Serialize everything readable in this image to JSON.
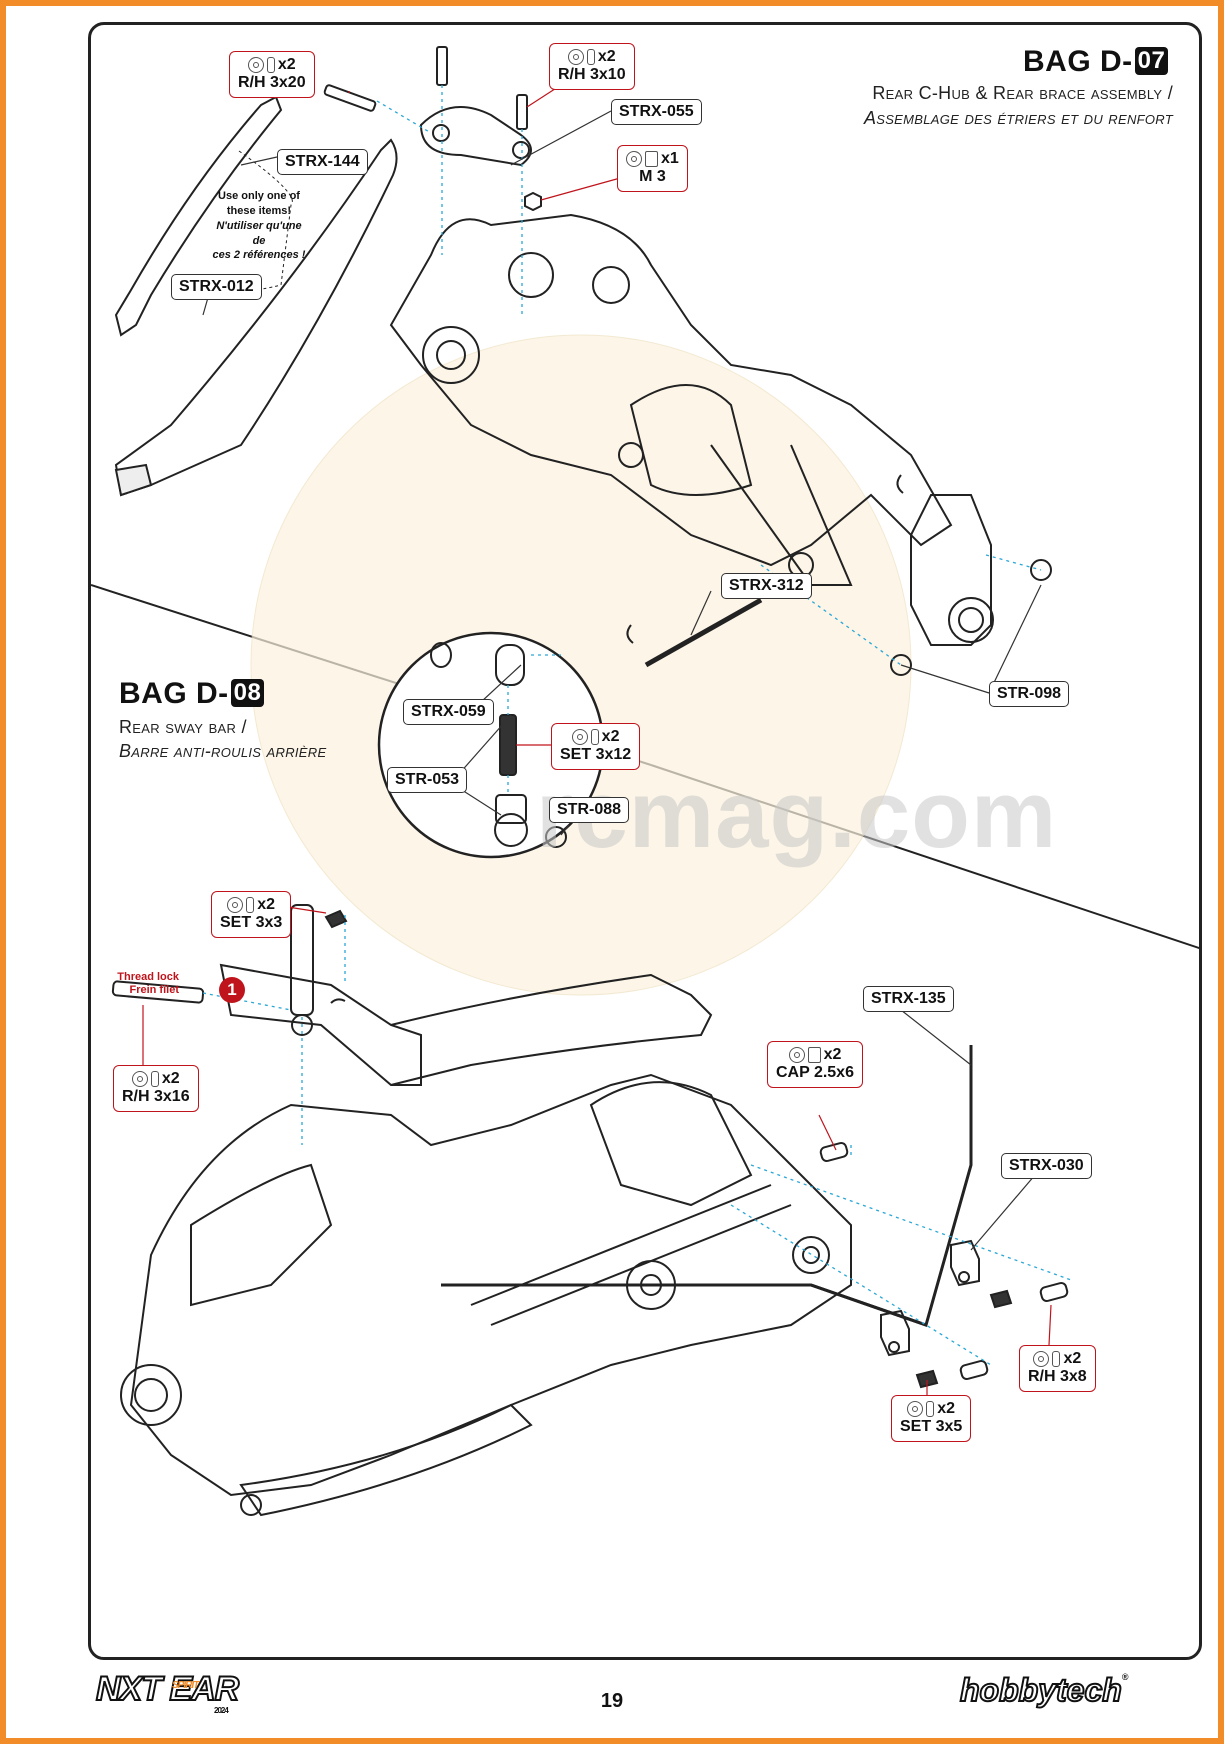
{
  "bag_d07": {
    "title": "BAG D-",
    "number": "07",
    "subtitle_en": "Rear C-Hub & Rear brace assembly /",
    "subtitle_fr": "Assemblage des étriers et du renfort"
  },
  "bag_d08": {
    "title": "BAG D-",
    "number": "08",
    "subtitle_en": "Rear sway bar /",
    "subtitle_fr": "Barre anti-roulis arrière"
  },
  "part_labels": {
    "strx_144": "STRX-144",
    "strx_012": "STRX-012",
    "strx_055": "STRX-055",
    "strx_312": "STRX-312",
    "str_098": "STR-098",
    "strx_059": "STRX-059",
    "str_053": "STR-053",
    "str_088": "STR-088",
    "strx_135": "STRX-135",
    "strx_030": "STRX-030"
  },
  "hardware": {
    "rh3x20": {
      "qty": "x2",
      "size": "R/H 3x20"
    },
    "rh3x10": {
      "qty": "x2",
      "size": "R/H 3x10"
    },
    "m3": {
      "qty": "x1",
      "size": "M 3"
    },
    "set3x12": {
      "qty": "x2",
      "size": "SET 3x12"
    },
    "set3x3": {
      "qty": "x2",
      "size": "SET 3x3"
    },
    "rh3x16": {
      "qty": "x2",
      "size": "R/H 3x16"
    },
    "cap25x6": {
      "qty": "x2",
      "size": "CAP 2.5x6"
    },
    "rh3x8": {
      "qty": "x2",
      "size": "R/H 3x8"
    },
    "set3x5": {
      "qty": "x2",
      "size": "SET 3x5"
    }
  },
  "note": {
    "line1": "Use only one of",
    "line2": "these items!",
    "line3": "N'utiliser qu'une de",
    "line4": "ces 2 références !"
  },
  "thread_lock": {
    "line1": "Thread lock",
    "line2": "Frein filet",
    "step": "1"
  },
  "watermark": "rcmag.com",
  "footer": {
    "page_number": "19",
    "left_logo": "NXT EAR",
    "left_logo_small": "SPIRIT",
    "left_logo_year": "2024",
    "right_logo": "hobbytech",
    "right_logo_mark": "®"
  },
  "colors": {
    "frame": "#f28c28",
    "hardware_border": "#c0141c",
    "leader_red": "#c0141c",
    "leader_blue": "#2aa7d6"
  }
}
